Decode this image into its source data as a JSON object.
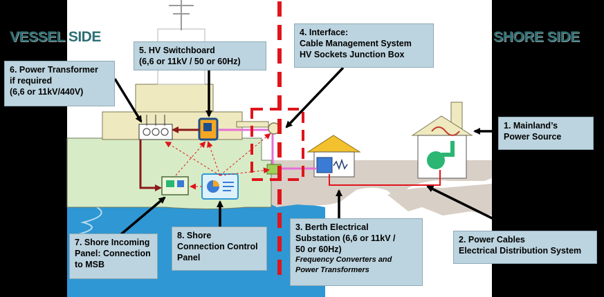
{
  "titles": {
    "vessel": "VESSEL SIDE",
    "shore": "SHORE SIDE"
  },
  "labels": {
    "l1": {
      "num": "1.",
      "lines": [
        "1. Mainland’s",
        "Power Source"
      ]
    },
    "l2": {
      "lines": [
        "2. Power Cables",
        "Electrical Distribution System"
      ]
    },
    "l3": {
      "lines": [
        "3. Berth Electrical",
        "Substation (6,6 or 11kV /",
        "50 or 60Hz)"
      ],
      "italic": [
        "Frequency Converters and",
        "Power Transformers"
      ]
    },
    "l4": {
      "lines": [
        "4. Interface:",
        "Cable Management System",
        "HV Sockets Junction Box"
      ]
    },
    "l5": {
      "lines": [
        "5. HV Switchboard",
        "(6,6 or 11kV / 50 or 60Hz)"
      ]
    },
    "l6": {
      "lines": [
        "6. Power Transformer",
        "if required",
        "(6,6 or 11kV/440V)"
      ]
    },
    "l7": {
      "lines": [
        "7. Shore Incoming",
        "Panel: Connection",
        "to MSB"
      ]
    },
    "l8": {
      "lines": [
        "8. Shore",
        "Connection Control",
        "Panel"
      ]
    }
  },
  "colors": {
    "sea": "#2f97d3",
    "hull": "#d7ecc6",
    "superstructure": "#efe9bf",
    "land": "#d8cfc6",
    "boundary": "#e0141b",
    "power_line_ship": "#8b1a1a",
    "cable_pink": "#e56fd6",
    "label_bg": "#bcd4df",
    "title": "#2c6f74"
  }
}
